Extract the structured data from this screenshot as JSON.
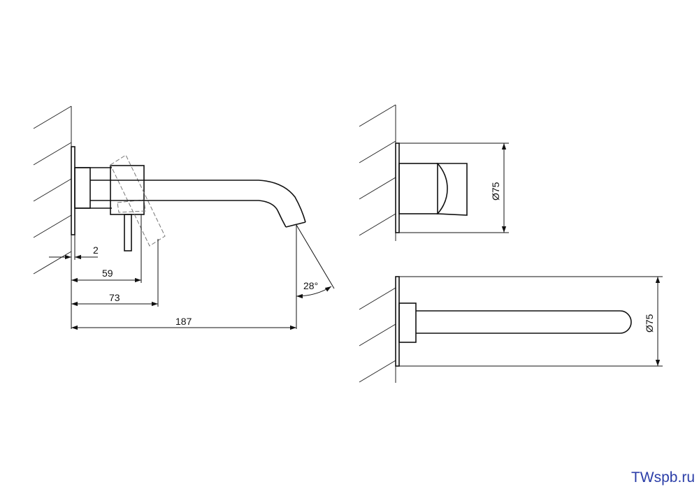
{
  "dimensions": {
    "plate_thickness": "2",
    "lever_offset": "59",
    "lever_tilted_offset": "73",
    "spout_projection": "187",
    "tilt_angle": "28°",
    "front_view_diameter": "Ø75",
    "top_view_diameter": "Ø75"
  },
  "watermark": "TWspb.ru"
}
